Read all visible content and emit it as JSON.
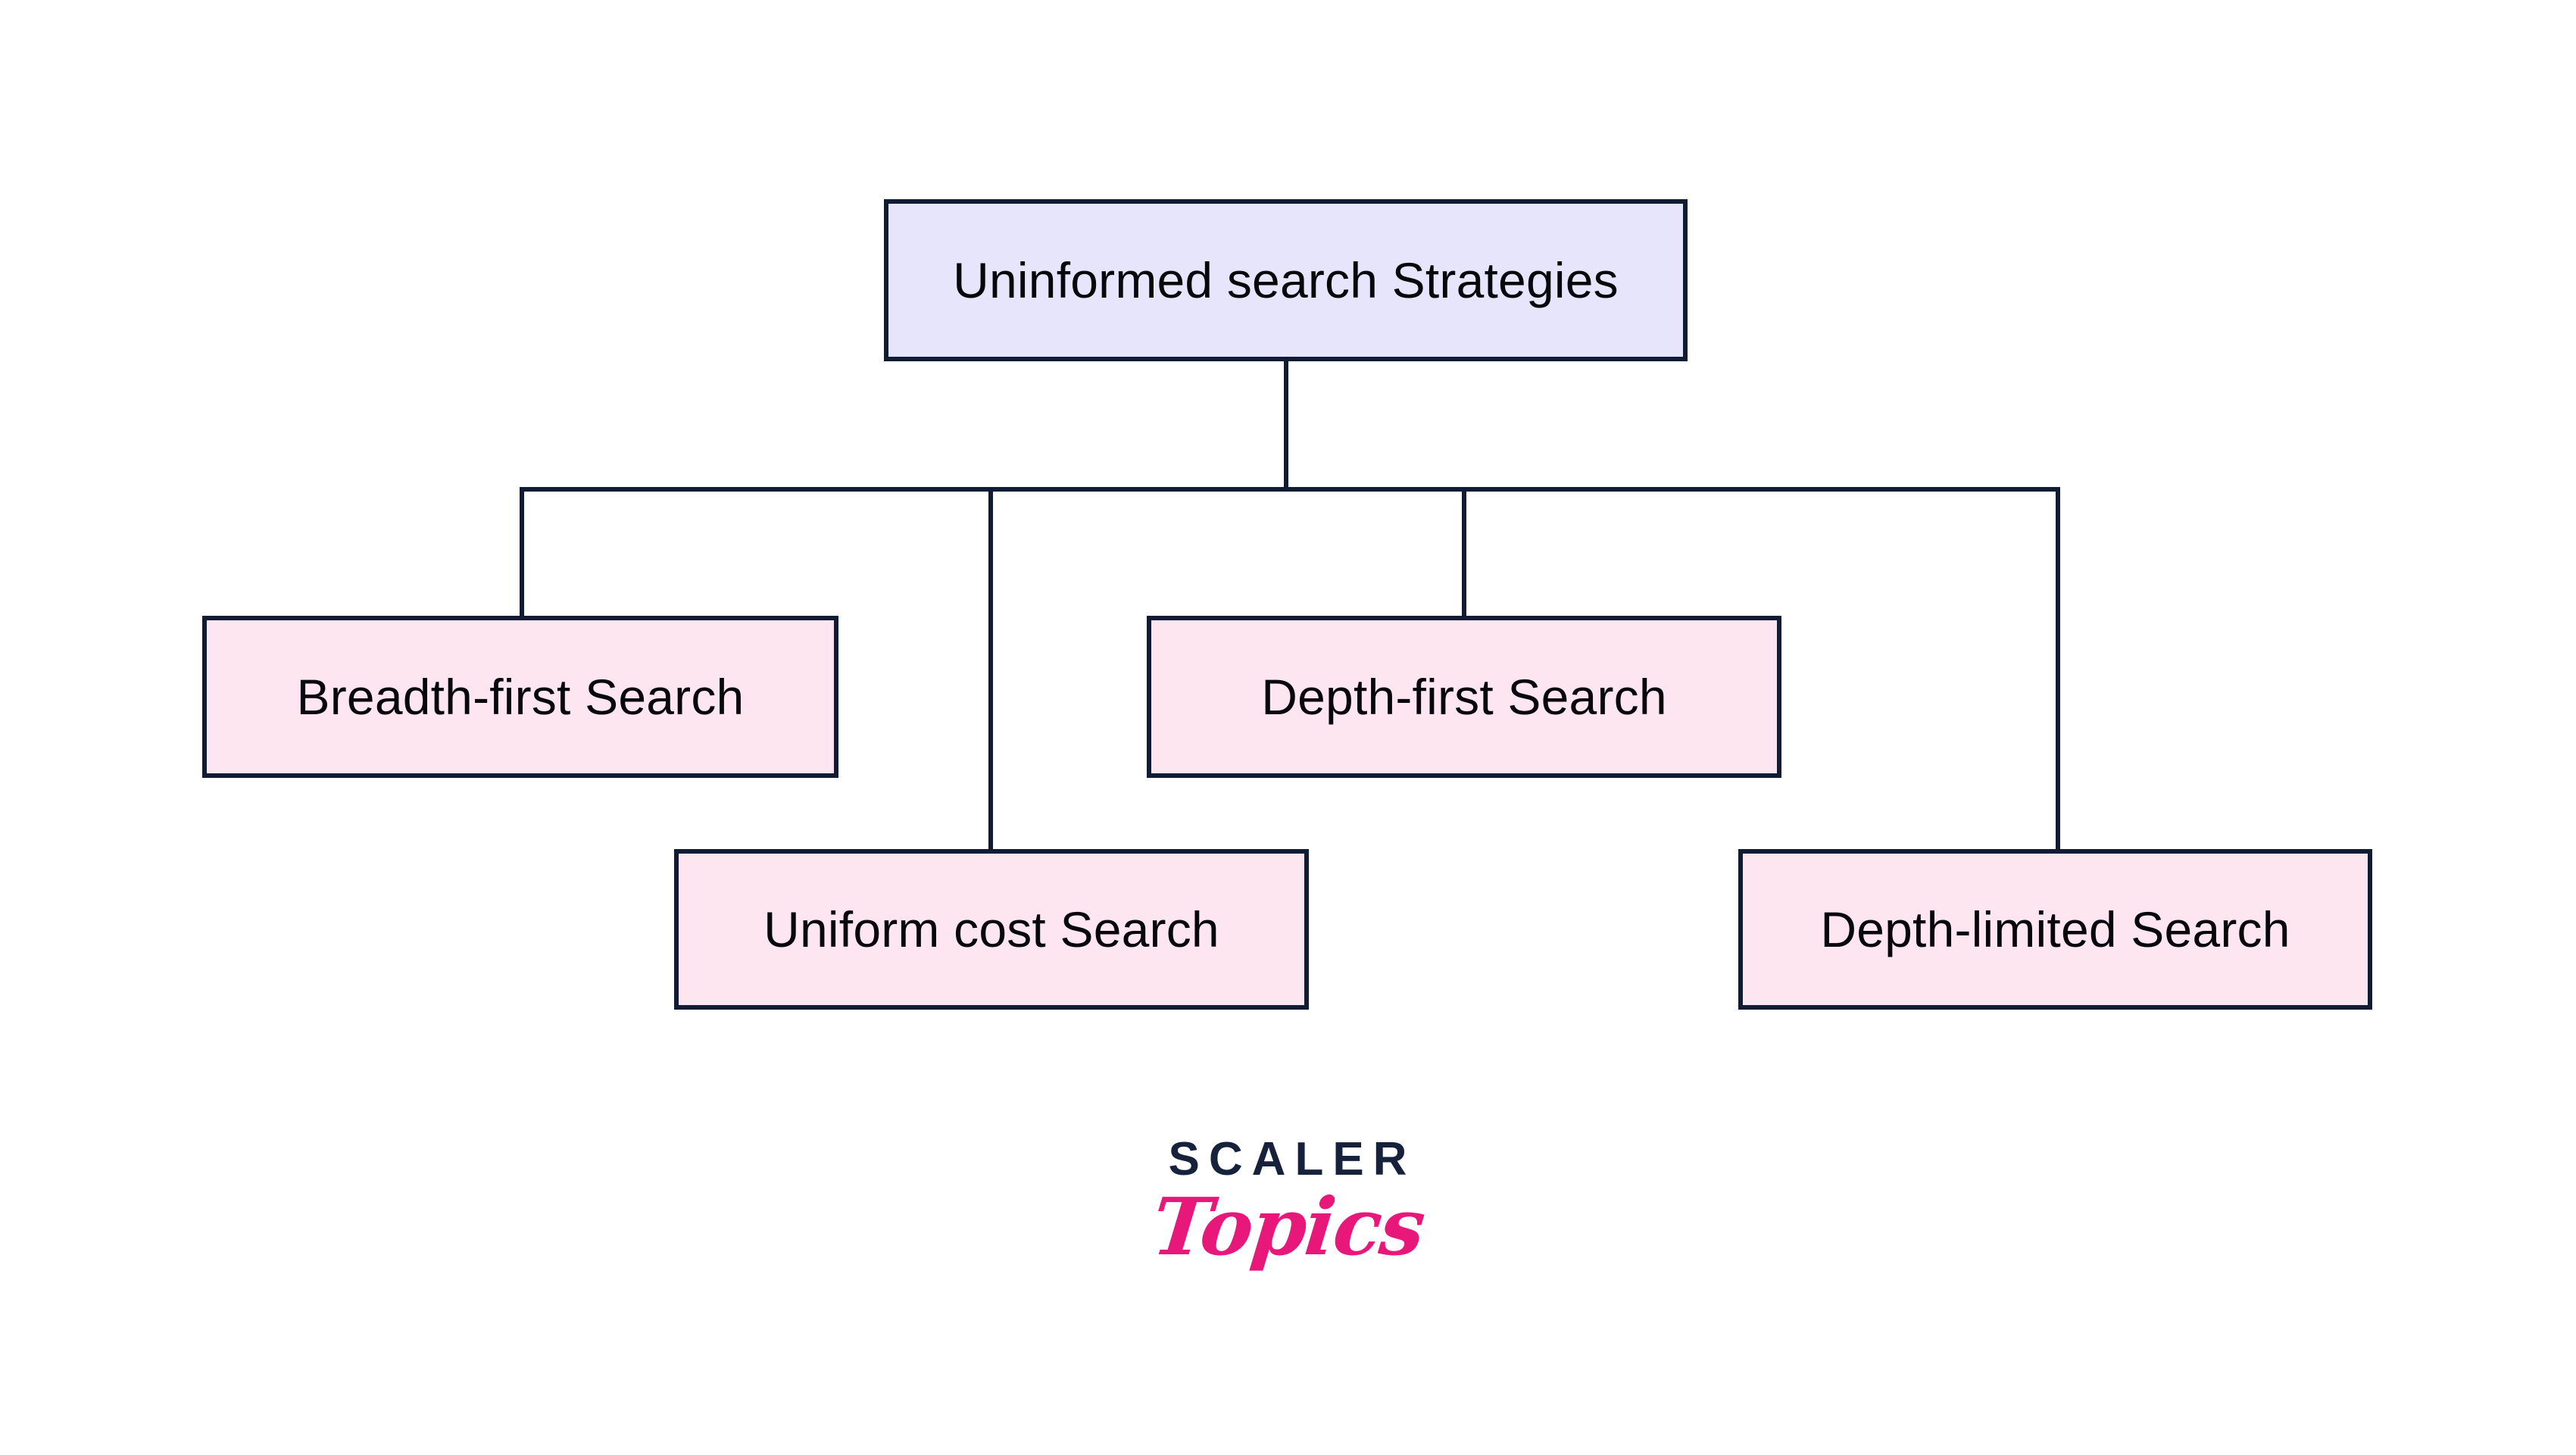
{
  "diagram": {
    "type": "tree",
    "title_node": "Uninformed search Strategies",
    "root": {
      "label": "Uninformed search Strategies",
      "fill": "#e7e5fb",
      "border": "#101c34"
    },
    "children": [
      {
        "label": "Breadth-first Search",
        "fill": "#fde6f0",
        "border": "#101c34"
      },
      {
        "label": "Uniform cost Search",
        "fill": "#fde6f0",
        "border": "#101c34"
      },
      {
        "label": "Depth-first Search",
        "fill": "#fde6f0",
        "border": "#101c34"
      },
      {
        "label": "Depth-limited Search",
        "fill": "#fde6f0",
        "border": "#101c34"
      }
    ],
    "connector_color": "#101c34",
    "background": "#ffffff"
  },
  "logo": {
    "brand": "SCALER",
    "product": "Topics",
    "brand_color": "#16213c",
    "product_color": "#e8187a"
  }
}
